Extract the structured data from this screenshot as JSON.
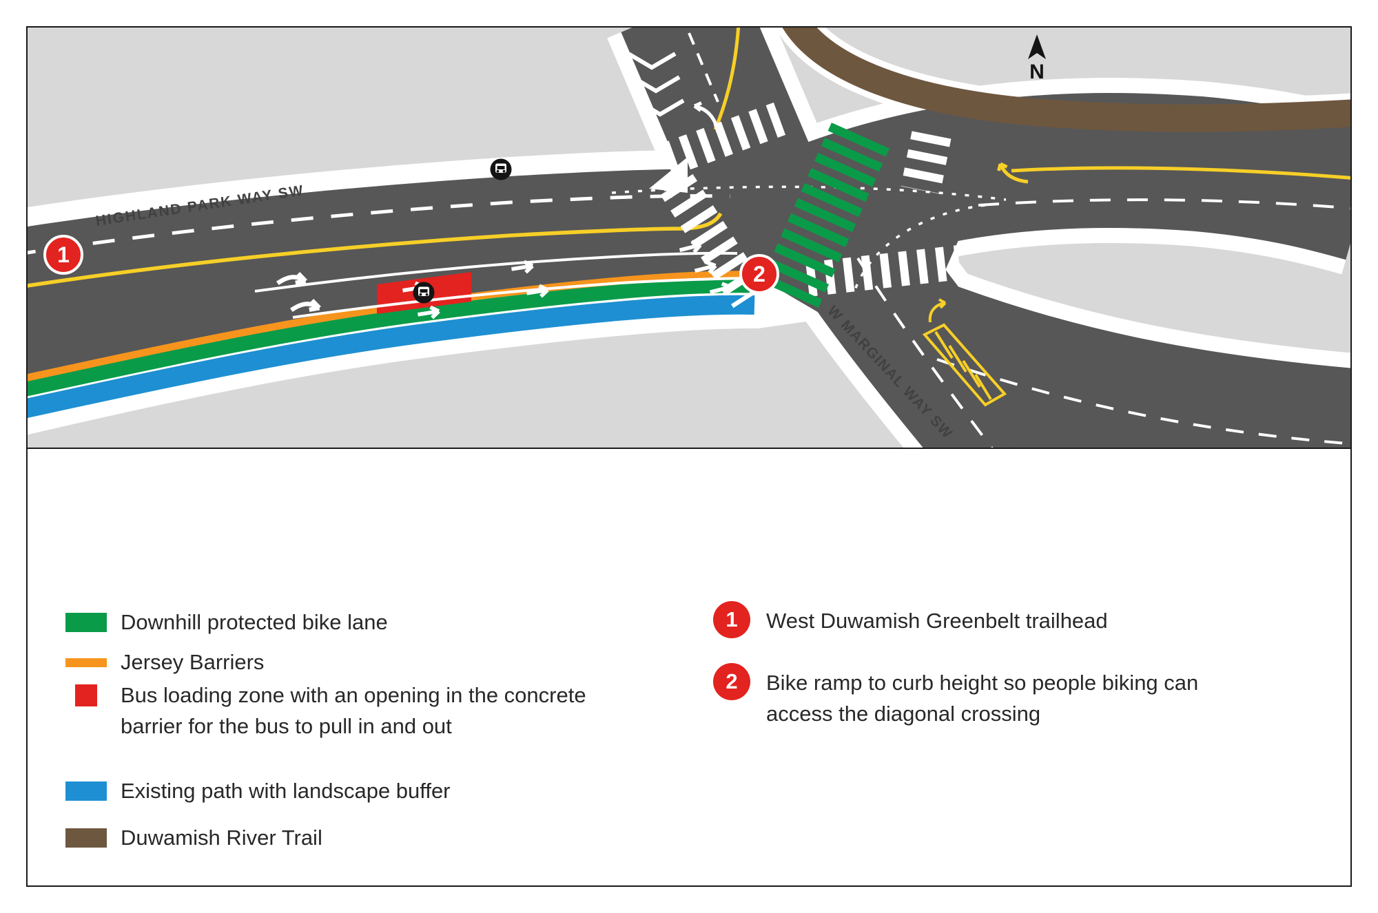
{
  "map": {
    "road_labels": {
      "highland_park": "HIGHLAND PARK WAY SW",
      "w_marginal": "W MARGINAL WAY SW"
    },
    "north_label": "N",
    "markers": [
      {
        "id": "1"
      },
      {
        "id": "2"
      }
    ]
  },
  "legend": {
    "items": [
      {
        "swatch": "green",
        "label": "Downhill protected bike lane"
      },
      {
        "swatch": "orange-line",
        "label": "Jersey Barriers"
      },
      {
        "swatch": "red-square",
        "label": "Bus loading zone with an opening in the concrete barrier for the bus to pull in and out"
      },
      {
        "swatch": "blue",
        "label": "Existing path with landscape buffer"
      },
      {
        "swatch": "brown",
        "label": "Duwamish River Trail"
      }
    ],
    "notes": [
      {
        "num": "1",
        "text": "West Duwamish Greenbelt trailhead"
      },
      {
        "num": "2",
        "text": "Bike ramp to curb height so people biking can access the diagonal crossing"
      }
    ]
  },
  "colors": {
    "background": "#d8d8d8",
    "road": "#575757",
    "bike_lane_green": "#0a9b49",
    "jersey_barrier_orange": "#f7941d",
    "bus_zone_red": "#e3231f",
    "path_blue": "#1e8fd2",
    "trail_brown": "#6e573f",
    "lane_yellow": "#f7cf27"
  }
}
